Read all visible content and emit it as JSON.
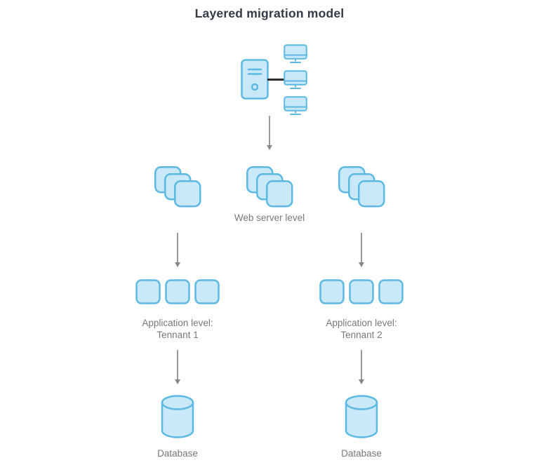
{
  "title": "Layered migration model",
  "colors": {
    "icon_fill": "#c9e8f8",
    "icon_stroke": "#5bb9e3",
    "title_text": "#323a45",
    "label_text": "#77787b",
    "arrow": "#85878a",
    "connector": "#2e2e2e",
    "background": "#ffffff"
  },
  "icons": {
    "server": "server-tower-icon",
    "clients": "monitor-icon",
    "web_cluster": "stacked-squares-icon",
    "app_instance": "square-icon",
    "database": "cylinder-icon",
    "flow": "down-arrow-icon"
  },
  "labels": {
    "web_server_level": "Web server level",
    "application_1": {
      "line1": "Application level:",
      "line2": "Tennant 1"
    },
    "application_2": {
      "line1": "Application level:",
      "line2": "Tennant 2"
    },
    "database_1": "Database",
    "database_2": "Database"
  }
}
